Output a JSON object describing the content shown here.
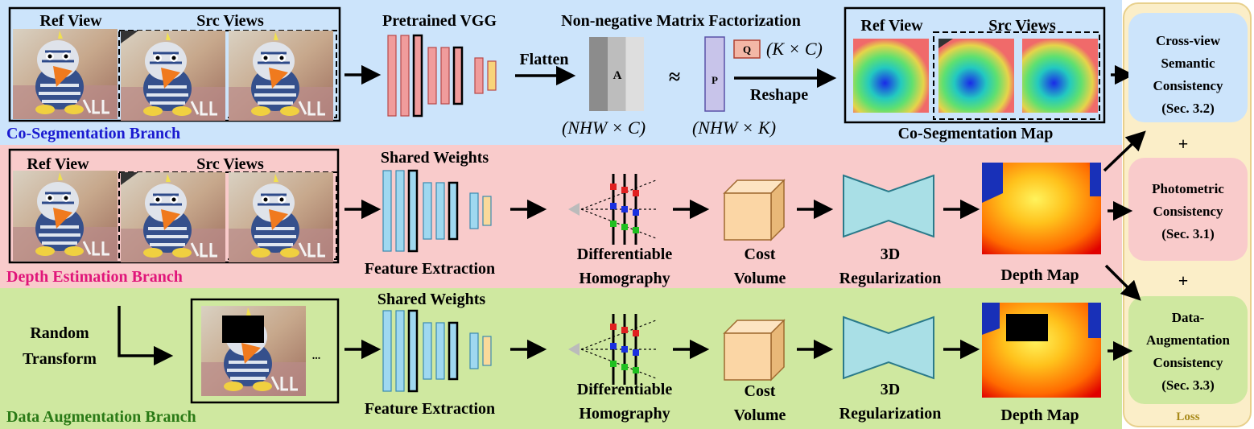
{
  "branches": {
    "coseg": "Co-Segmentation Branch",
    "depth": "Depth Estimation Branch",
    "aug": "Data Augmentation Branch"
  },
  "views": {
    "ref": "Ref View",
    "src": "Src Views"
  },
  "coseg": {
    "vgg": "Pretrained VGG",
    "nmf": "Non-negative Matrix Factorization",
    "flatten": "Flatten",
    "matrix_a": "A",
    "approx": "≈",
    "matrix_p": "P",
    "matrix_q": "Q",
    "q_dim": "(K × C)",
    "reshape": "Reshape",
    "a_dim": "(NHW × C)",
    "p_dim": "(NHW × K)",
    "map_caption": "Co-Segmentation Map"
  },
  "depth": {
    "shared": "Shared Weights",
    "feat": "Feature Extraction",
    "homo1": "Differentiable",
    "homo2": "Homography",
    "cost1": "Cost",
    "cost2": "Volume",
    "reg1": "3D",
    "reg2": "Regularization",
    "map": "Depth Map"
  },
  "aug": {
    "random1": "Random",
    "random2": "Transform",
    "ellipsis": "...",
    "shared": "Shared Weights",
    "feat": "Feature Extraction",
    "homo1": "Differentiable",
    "homo2": "Homography",
    "cost1": "Cost",
    "cost2": "Volume",
    "reg1": "3D",
    "reg2": "Regularization",
    "map": "Depth Map"
  },
  "loss": {
    "title": "Loss",
    "plus": "+",
    "semantic": [
      "Cross-view",
      "Semantic",
      "Consistency",
      "(Sec. 3.2)"
    ],
    "photometric": [
      "Photometric",
      "Consistency",
      "(Sec. 3.1)"
    ],
    "augmentation": [
      "Data-",
      "Augmentation",
      "Consistency",
      "(Sec. 3.3)"
    ]
  },
  "colors": {
    "coseg_bg": "#cce4fb",
    "depth_bg": "#f9cbcb",
    "aug_bg": "#cfe8a0",
    "loss_bg": "#fbeec8",
    "coseg_title": "#1a1ad0",
    "depth_title": "#e0157a",
    "aug_title": "#2a7a16",
    "vgg_fill": "#f09c9c",
    "feat_fill": "#9fd8f0",
    "cost_fill": "#fbd6a5",
    "reg_fill": "#a9dfe6"
  }
}
